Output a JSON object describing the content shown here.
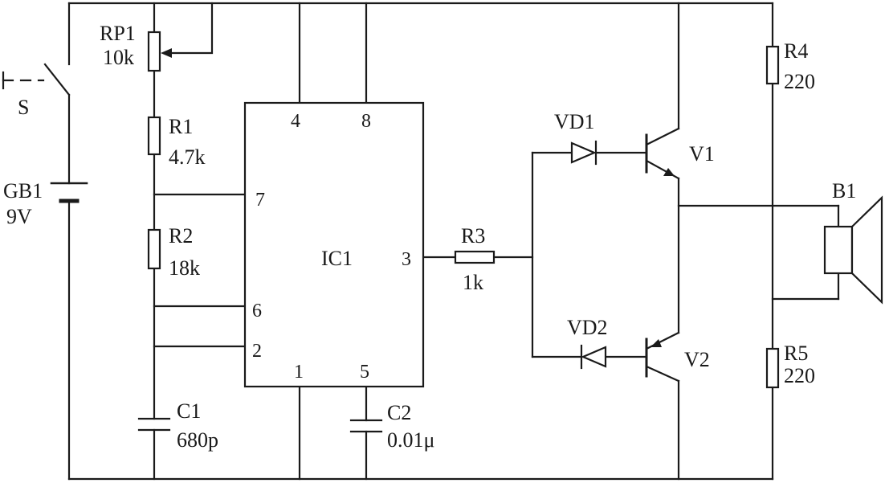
{
  "labels": {
    "switch": "S",
    "battery": "GB1",
    "battery_value": "9V",
    "rp1": "RP1",
    "rp1_value": "10k",
    "r1": "R1",
    "r1_value": "4.7k",
    "r2": "R2",
    "r2_value": "18k",
    "c1": "C1",
    "c1_value": "680p",
    "ic": "IC1",
    "c2": "C2",
    "c2_value": "0.01μ",
    "r3": "R3",
    "r3_value": "1k",
    "vd1": "VD1",
    "vd2": "VD2",
    "v1": "V1",
    "v2": "V2",
    "r4": "R4",
    "r4_value": "220",
    "r5": "R5",
    "r5_value": "220",
    "speaker": "B1"
  },
  "ic_pins": {
    "p4": "4",
    "p8": "8",
    "p7": "7",
    "p6": "6",
    "p2": "2",
    "p3": "3",
    "p1": "1",
    "p5": "5"
  }
}
